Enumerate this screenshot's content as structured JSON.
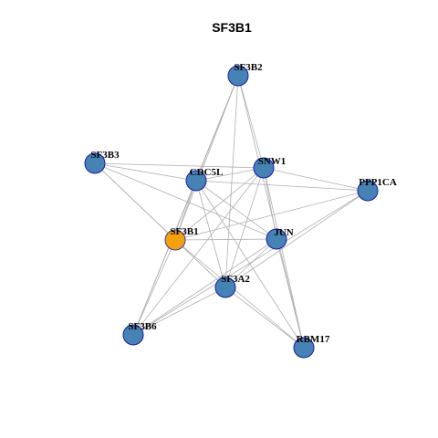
{
  "title": "SF3B1",
  "colors": {
    "background": "#ffffff",
    "edge": "#b0b0b0",
    "node_fill": "#4682b4",
    "node_stroke": "#1a1aa8",
    "highlight_fill": "#f5a00f",
    "highlight_stroke": "#3a3aa0"
  },
  "network": {
    "nodes": [
      {
        "id": "SF3B1",
        "highlight": true
      },
      {
        "id": "SF3B2",
        "highlight": false
      },
      {
        "id": "SF3B3",
        "highlight": false
      },
      {
        "id": "CDC5L",
        "highlight": false
      },
      {
        "id": "SNW1",
        "highlight": false
      },
      {
        "id": "PPP1CA",
        "highlight": false
      },
      {
        "id": "JUN",
        "highlight": false
      },
      {
        "id": "SF3A2",
        "highlight": false
      },
      {
        "id": "SF3B6",
        "highlight": false
      },
      {
        "id": "RBM17",
        "highlight": false
      }
    ],
    "edges": [
      [
        "SF3B2",
        "CDC5L"
      ],
      [
        "SF3B2",
        "SNW1"
      ],
      [
        "SF3B2",
        "SF3B1"
      ],
      [
        "SF3B2",
        "SF3B6"
      ],
      [
        "SF3B2",
        "RBM17"
      ],
      [
        "SF3B2",
        "SF3A2"
      ],
      [
        "SF3B3",
        "CDC5L"
      ],
      [
        "SF3B3",
        "SNW1"
      ],
      [
        "SF3B3",
        "SF3B1"
      ],
      [
        "SF3B3",
        "JUN"
      ],
      [
        "SF3B3",
        "SF3A2"
      ],
      [
        "CDC5L",
        "SNW1"
      ],
      [
        "CDC5L",
        "PPP1CA"
      ],
      [
        "CDC5L",
        "JUN"
      ],
      [
        "CDC5L",
        "SF3A2"
      ],
      [
        "CDC5L",
        "SF3B6"
      ],
      [
        "CDC5L",
        "RBM17"
      ],
      [
        "CDC5L",
        "SF3B1"
      ],
      [
        "SNW1",
        "PPP1CA"
      ],
      [
        "SNW1",
        "JUN"
      ],
      [
        "SNW1",
        "SF3B1"
      ],
      [
        "SNW1",
        "SF3A2"
      ],
      [
        "SNW1",
        "RBM17"
      ],
      [
        "SNW1",
        "SF3B6"
      ],
      [
        "PPP1CA",
        "SF3B1"
      ],
      [
        "PPP1CA",
        "SF3A2"
      ],
      [
        "PPP1CA",
        "SF3B6"
      ],
      [
        "SF3B1",
        "JUN"
      ],
      [
        "SF3B1",
        "SF3A2"
      ],
      [
        "SF3B1",
        "RBM17"
      ],
      [
        "SF3B1",
        "SF3B6"
      ],
      [
        "JUN",
        "SF3A2"
      ],
      [
        "JUN",
        "RBM17"
      ],
      [
        "JUN",
        "SF3B6"
      ],
      [
        "SF3A2",
        "SF3B6"
      ],
      [
        "SF3A2",
        "RBM17"
      ]
    ]
  }
}
